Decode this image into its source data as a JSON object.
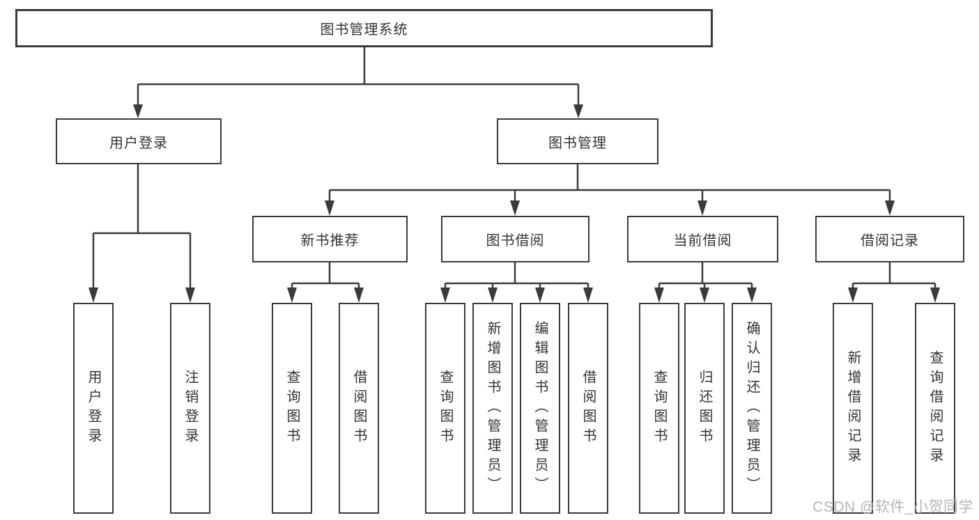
{
  "diagram": {
    "title": "图书管理系统",
    "nodes": {
      "root": {
        "label": "图书管理系统"
      },
      "level2": [
        {
          "label": "用户登录"
        },
        {
          "label": "图书管理"
        }
      ],
      "level3": [
        {
          "label": "新书推荐",
          "parent": "图书管理"
        },
        {
          "label": "图书借阅",
          "parent": "图书管理"
        },
        {
          "label": "当前借阅",
          "parent": "图书管理"
        },
        {
          "label": "借阅记录",
          "parent": "图书管理"
        }
      ],
      "leaves": [
        {
          "label": "用户登录",
          "parent": "用户登录"
        },
        {
          "label": "注销登录",
          "parent": "用户登录"
        },
        {
          "label": "查询图书",
          "parent": "新书推荐"
        },
        {
          "label": "借阅图书",
          "parent": "新书推荐"
        },
        {
          "label": "查询图书",
          "parent": "图书借阅"
        },
        {
          "label": "新增图书（管理员）",
          "parent": "图书借阅"
        },
        {
          "label": "编辑图书（管理员）",
          "parent": "图书借阅"
        },
        {
          "label": "借阅图书",
          "parent": "图书借阅"
        },
        {
          "label": "查询图书",
          "parent": "当前借阅"
        },
        {
          "label": "归还图书",
          "parent": "当前借阅"
        },
        {
          "label": "确认归还（管理员）",
          "parent": "当前借阅"
        },
        {
          "label": "新增借阅记录",
          "parent": "借阅记录"
        },
        {
          "label": "查询借阅记录",
          "parent": "借阅记录"
        }
      ]
    }
  },
  "watermark": {
    "text": "CSDN @软件_小贺同学"
  },
  "colors": {
    "line": "#3a3a3a",
    "text": "#333333",
    "watermark": "#b5b5b5",
    "background": "#ffffff"
  }
}
